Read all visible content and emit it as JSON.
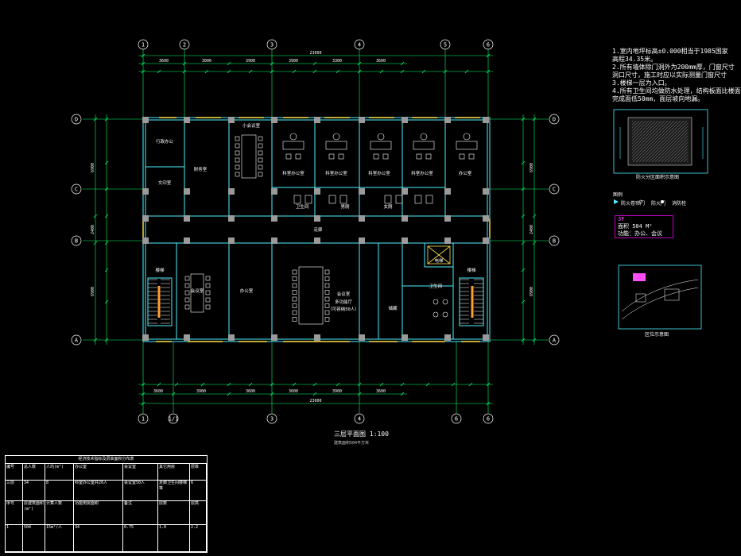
{
  "grid_axes_top": [
    "1",
    "2",
    "3",
    "4",
    "5",
    "6"
  ],
  "grid_axes_bottom": [
    "1",
    "1/1",
    "3",
    "4",
    "6",
    "6"
  ],
  "grid_axes_side": [
    "D",
    "C",
    "B",
    "A"
  ],
  "dim_total_top": "23000",
  "dim_total_bottom": "23000",
  "dims_top_bay": [
    "3600",
    "3000",
    "3900",
    "3900",
    "3300",
    "3600"
  ],
  "dims_bottom_bay": [
    "3600",
    "3900",
    "3600",
    "3600",
    "3900",
    "3600"
  ],
  "dims_side": [
    "6900",
    "2400",
    "6900"
  ],
  "rooms": {
    "office_left_a": "行政办公",
    "office_left_b": "财务室",
    "office_left_c": "文印室",
    "meeting_small": "小会议室",
    "office_row": [
      "科室办公室",
      "科室办公室",
      "科室办公室",
      "科室办公室",
      "办公室"
    ],
    "toilets": [
      "卫生间",
      "男厕",
      "女厕"
    ],
    "corridor": "走廊",
    "meeting_room": "会议室",
    "office_b": "办公室",
    "conference_main": "会议室",
    "conference_note": "多功能厅",
    "conference_note2": "（可容纳50人）",
    "storage": "储藏",
    "elevator": "电梯",
    "stair_left": "楼梯",
    "stair_right": "楼梯",
    "washroom": "卫生间"
  },
  "notes": [
    "1.室内地坪标高±0.000相当于1985国家",
    "  高程34.35米。",
    "2.所有墙体除门洞外为200mm厚，门窗尺寸",
    "  洞口尺寸，施工时应以实际测量门窗尺寸",
    "3.楼梯一层为入口。",
    "4.所有卫生间均做防水处理，结构板面比楼面",
    "  完成面低50mm，面层坡向地漏。"
  ],
  "detail_caption": "防火分区面积示意图",
  "legend_title": "图例",
  "legend_items": [
    "防火卷帘门",
    "防火门",
    "消防栓"
  ],
  "area_box": {
    "level": "3F",
    "area": "面积 504 M²",
    "use": "功能：办公、会议"
  },
  "location_caption": "区位示意图",
  "plan_title": "三层平面图 1:100",
  "plan_subtitle": "建筑面积504平方米",
  "table": {
    "title": "经济技术指标及层高面积分布表",
    "rows": [
      [
        "编号",
        "总人数",
        "人均(m²)",
        "办公室",
        "会议室",
        "其它用房",
        "层数"
      ],
      [
        "三层",
        "34",
        "8",
        "科室办公室共20人",
        "会议室50人",
        "走廊卫生间楼梯等",
        "6"
      ],
      [
        "序号",
        "层建筑面积(m²)",
        "计算人数",
        "功能用房面积",
        "备注",
        "层数",
        "层高"
      ],
      [
        "1",
        "504",
        "15m²/人",
        "34",
        "0.75",
        "1.0",
        "2.2"
      ]
    ]
  },
  "colors": {
    "wall": "#4df0ff",
    "dim": "#00ff66",
    "axis": "#ffffff",
    "furniture": "#ffffff",
    "column": "#9a9a9a",
    "window": "#ffe34d",
    "hatch": "#ff4df7"
  }
}
